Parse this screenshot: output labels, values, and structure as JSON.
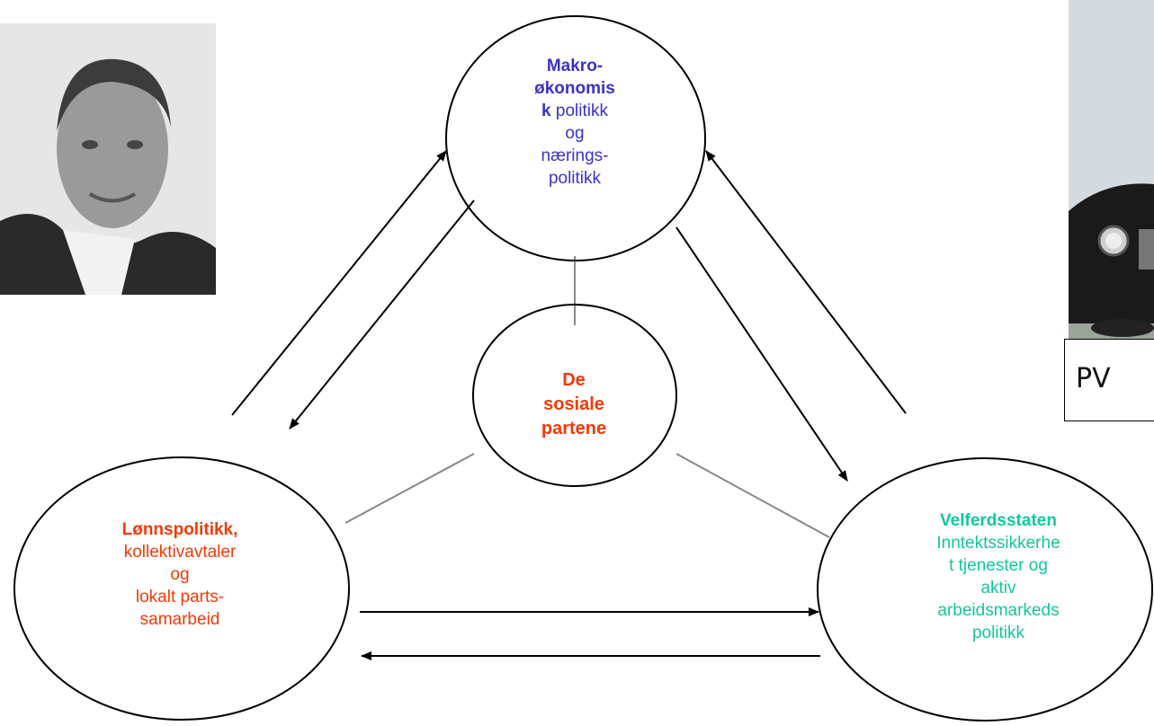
{
  "nodes": {
    "macro": {
      "lines": [
        "Makro-",
        "økonomis",
        "k",
        " politikk",
        "og",
        "nærings-",
        "politikk"
      ],
      "color": "#3a32c9"
    },
    "social": {
      "lines": [
        "De",
        "sosiale",
        "partene"
      ],
      "color": "#f23a06"
    },
    "wage": {
      "lines": [
        "Lønnspolitikk,",
        "kollektivavtaler",
        "og",
        "lokalt parts-",
        "samarbeid"
      ],
      "color": "#f23a06"
    },
    "welfare": {
      "lines": [
        "Velferdsstaten",
        "Inntektssikkerhe",
        "t tjenester og",
        "aktiv",
        "arbeidsmarkeds",
        "politikk"
      ],
      "color": "#13c79a"
    }
  },
  "photos": {
    "left": {
      "icon": "portrait-photo"
    },
    "right": {
      "icon": "car-photo",
      "caption": "PV"
    }
  }
}
